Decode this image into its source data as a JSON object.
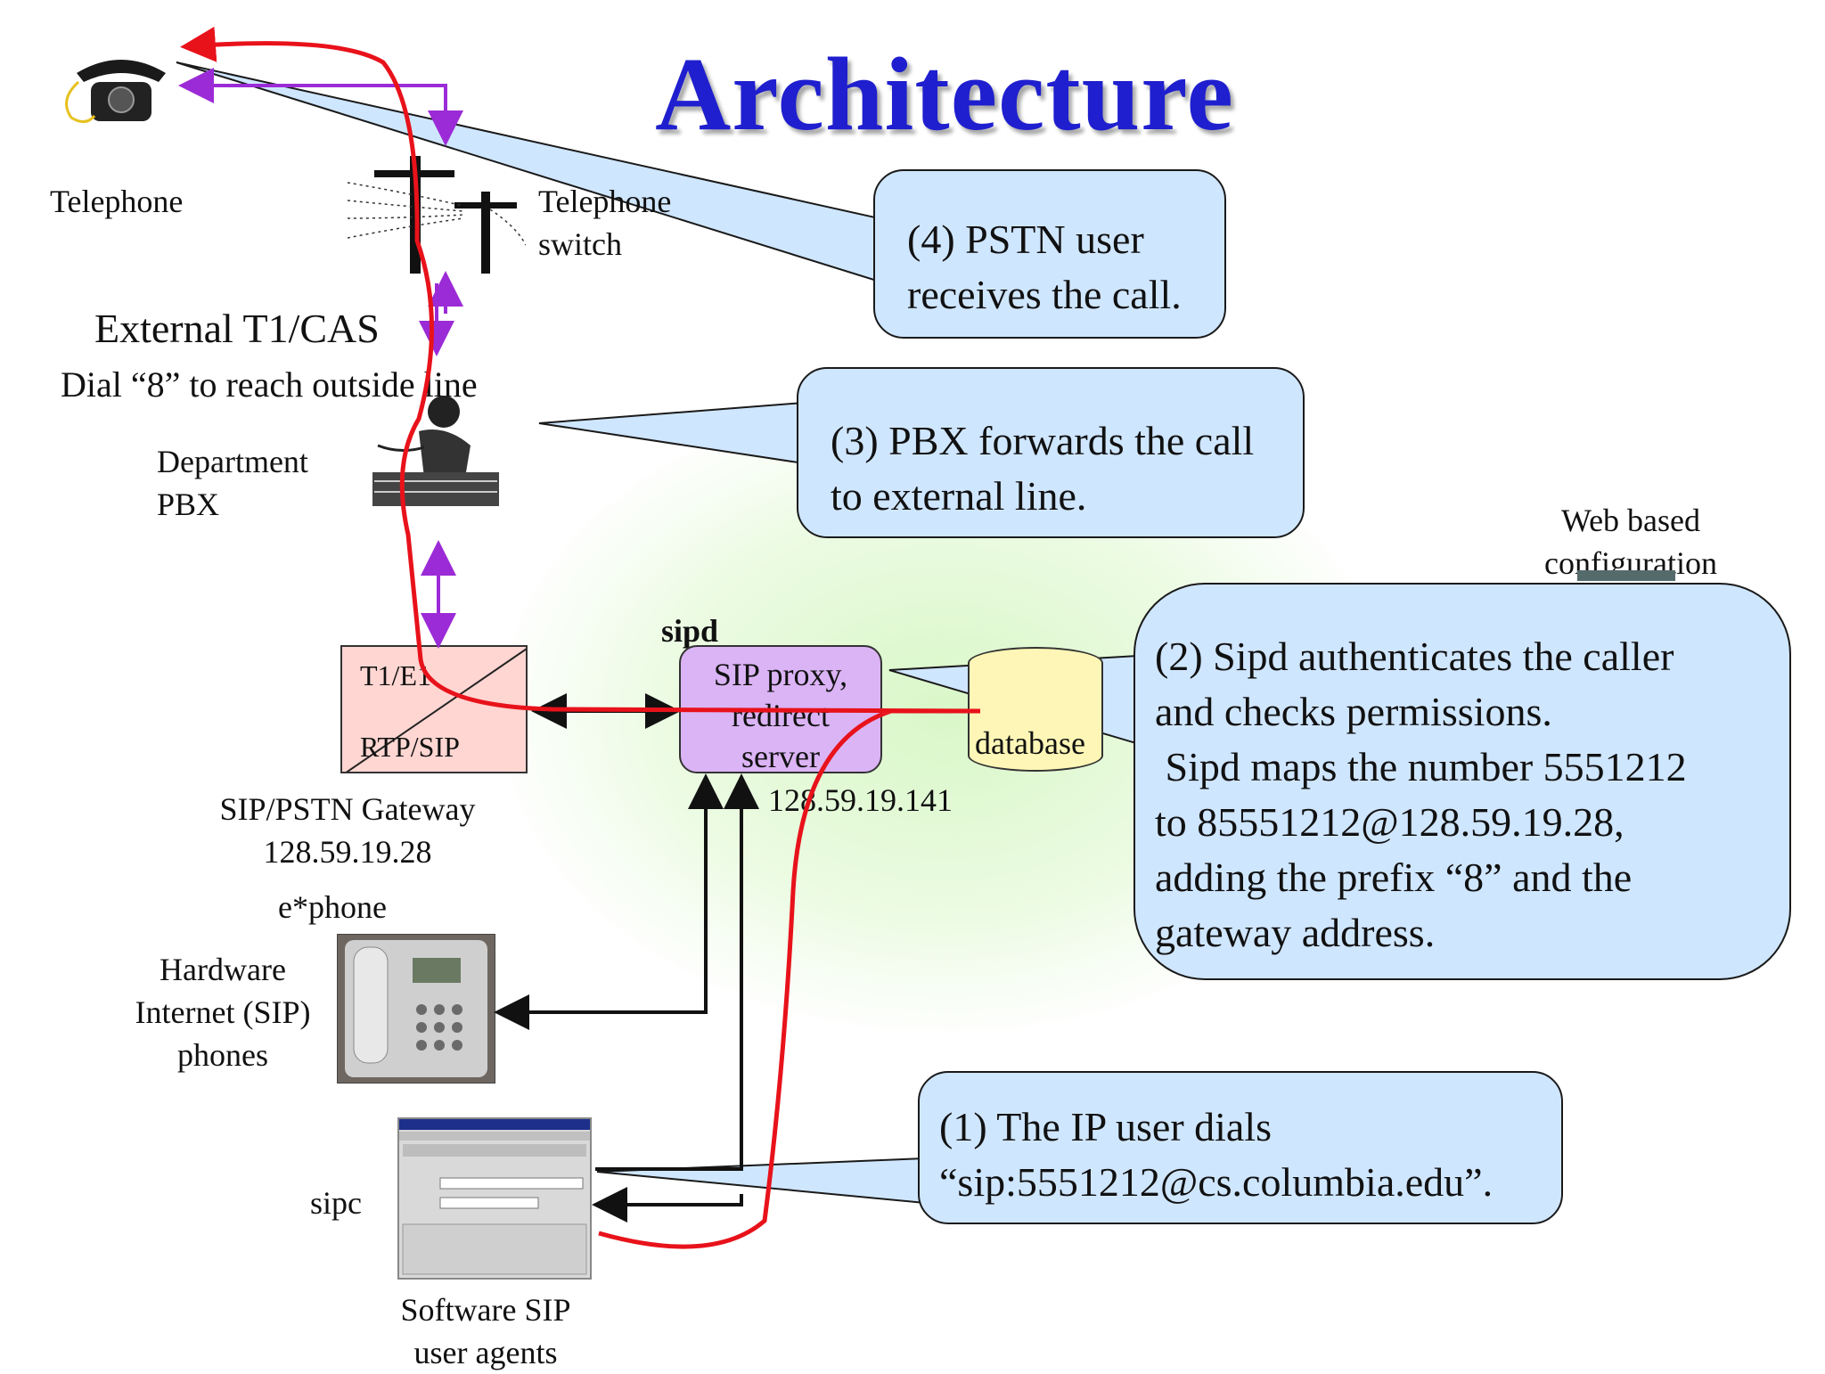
{
  "title": "Architecture",
  "nodes": {
    "telephone": "Telephone",
    "telephone_switch": [
      "Telephone",
      "switch"
    ],
    "external_line": "External T1/CAS",
    "dial_hint": "Dial “8” to reach outside line",
    "pbx": [
      "Department",
      "PBX"
    ],
    "gateway_box": {
      "top": "T1/E1",
      "bottom": "RTP/SIP"
    },
    "gateway_label": [
      "SIP/PSTN Gateway",
      "128.59.19.28"
    ],
    "sipd_label": "sipd",
    "sip_proxy": [
      "SIP proxy,",
      "redirect",
      "server"
    ],
    "sip_proxy_ip": "128.59.19.141",
    "database": "database",
    "web_config": [
      "Web based",
      "configuration"
    ],
    "ephone_label": "e*phone",
    "hardware_phones": [
      "Hardware",
      "Internet (SIP)",
      "phones"
    ],
    "sipc_label": "sipc",
    "software_agents": [
      "Software SIP",
      "user agents"
    ]
  },
  "callouts": {
    "step4": "(4) PSTN user\nreceives the call.",
    "step3": "(3) PBX forwards the call\nto external line.",
    "step2": "(2) Sipd authenticates the caller\nand checks permissions.\n Sipd maps the number 5551212\nto 85551212@128.59.19.28,\nadding the prefix “8” and the\ngateway address.",
    "step1": "(1) The IP user dials\n“sip:5551212@cs.columbia.edu”."
  },
  "colors": {
    "title": "#1f1fcf",
    "callout_fill": "#cfe6ff",
    "call_path": "#e8121b",
    "pstn_signal": "#9b2bd6",
    "sip_proxy_fill": "#dbb4f5",
    "gateway_fill": "#ffd6d2",
    "database_fill": "#fdf6b6"
  }
}
